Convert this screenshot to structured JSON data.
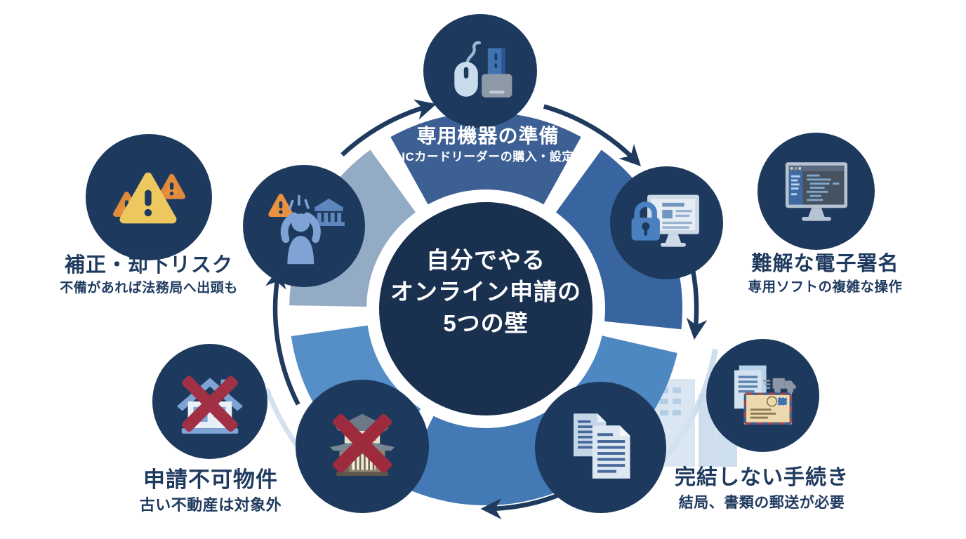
{
  "center": {
    "line1": "自分でやる",
    "line2": "オンライン申請の",
    "line3": "5つの壁"
  },
  "barriers": [
    {
      "key": "equipment",
      "title": "専用機器の準備",
      "subtitle": "ICカードリーダーの購入・設定",
      "icons": [
        "mouse-card-reader-icon"
      ]
    },
    {
      "key": "esignature",
      "title": "難解な電子署名",
      "subtitle": "専用ソフトの複雑な操作",
      "icons": [
        "lock-monitor-icon",
        "code-editor-monitor-icon"
      ]
    },
    {
      "key": "incomplete",
      "title": "完結しない手続き",
      "subtitle": "結局、書類の郵送が必要",
      "icons": [
        "documents-icon",
        "envelope-truck-mailing-icon"
      ]
    },
    {
      "key": "property",
      "title": "申請不可物件",
      "subtitle": "古い不動産は対象外",
      "icons": [
        "old-house-cross-icon",
        "house-cross-icon"
      ]
    },
    {
      "key": "risk",
      "title": "補正・却下リスク",
      "subtitle": "不備があれば法務局へ出頭も",
      "icons": [
        "stressed-person-bank-icon",
        "warning-triangles-icon"
      ]
    }
  ],
  "colors": {
    "background": "#ffffff",
    "icon_circle_navy": "#1d3a5e",
    "center_circle_navy": "#19304f",
    "arrow_navy": "#1e3a5f",
    "label_navy": "#1f3a5f",
    "wheel_segment_top": "#3d6094",
    "wheel_segment_upper_right": "#38659f",
    "wheel_segment_lower_right": "#4d88c2",
    "wheel_segment_bottom": "#4379b5",
    "wheel_segment_lower_left": "#568fc8",
    "wheel_segment_upper_left": "#93abc4",
    "warning_yellow": "#ecc85f",
    "warning_orange": "#e8923f",
    "cross_red": "#9e2b3d",
    "icon_light_blue": "#c9dcee",
    "icon_mid_blue": "#4a80c0",
    "envelope_tan": "#ecd9ad"
  }
}
